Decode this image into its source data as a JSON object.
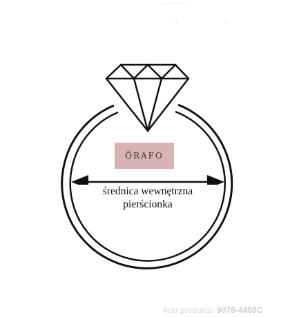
{
  "brand": {
    "logo_text": "ŎRAFO",
    "badge_color": "#d7b3b5"
  },
  "diagram": {
    "label_line1": "średnica wewnętrzna",
    "label_line2": "pierścionka",
    "stroke_color": "#111111"
  },
  "product": {
    "code_label": "Kod produktu:",
    "code_value": "9076-4468C"
  }
}
